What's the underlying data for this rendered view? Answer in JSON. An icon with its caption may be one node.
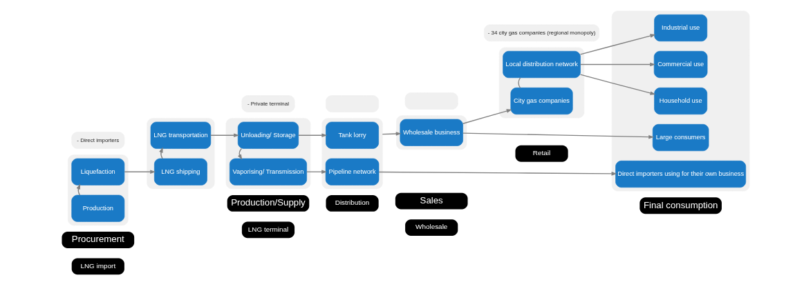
{
  "diagram": {
    "nodes": [
      {
        "text": [
          "Procurement"
        ]
      },
      {
        "text": [
          "Production/Supply"
        ]
      },
      {
        "text": [
          "Sales"
        ]
      },
      {
        "text": [
          "Final consumption"
        ]
      },
      {
        "text": [
          "LNG import"
        ]
      },
      {
        "text": [
          "LNG terminal"
        ]
      },
      {
        "text": [
          "Distribution"
        ]
      },
      {
        "text": [
          "Wholesale"
        ]
      },
      {
        "text": [
          "Retail"
        ]
      },
      {
        "text": [],
        "shape": "box"
      },
      {
        "text": [
          "Production"
        ],
        "in": 9
      },
      {
        "text": [
          "Liquefaction"
        ],
        "in": 9
      },
      {
        "text": [],
        "shape": "box"
      },
      {
        "text": [
          "LNG shipping"
        ],
        "in": 12
      },
      {
        "text": [
          "LNG transportation"
        ],
        "in": 12
      },
      {
        "text": [],
        "shape": "box"
      },
      {
        "text": [
          "Unloading/ Storage"
        ],
        "in": 15
      },
      {
        "text": [
          "Vaporising/ Transmission"
        ],
        "in": 15
      },
      {
        "text": [],
        "shape": "box"
      },
      {
        "text": [
          "Tank lorry"
        ],
        "in": 18
      },
      {
        "text": [
          "Pipeline network"
        ],
        "in": 18
      },
      {
        "text": [],
        "shape": "box"
      },
      {
        "text": [
          "Wholesale business"
        ],
        "in": 21
      },
      {
        "text": [],
        "shape": "box"
      },
      {
        "text": [
          "City gas companies"
        ],
        "in": 23
      },
      {
        "text": [
          "Local distribution network"
        ],
        "in": 23
      },
      {
        "text": [],
        "shape": "box"
      },
      {
        "text": [
          "Large consumers"
        ],
        "in": 26
      },
      {
        "text": [
          "Household use"
        ],
        "in": 26
      },
      {
        "text": [
          "Commercial use"
        ],
        "in": 26
      },
      {
        "text": [
          "Industrial use"
        ],
        "in": 26
      },
      {
        "text": [
          "Direct importers using for their own business"
        ],
        "in": 26
      },
      {
        "text": [
          "- Direct importers"
        ]
      },
      {
        "text": [
          "- Private terminal"
        ]
      },
      {
        "text": [],
        "shape": "box"
      },
      {
        "text": [],
        "shape": "box"
      },
      {
        "text": [
          "- 34 city gas companies (regional monopoly)"
        ]
      }
    ],
    "edges": [
      {
        "from": 10,
        "to": 11,
        "arrow": "to"
      },
      {
        "from": 11,
        "to": 13,
        "arrow": "to"
      },
      {
        "from": 13,
        "to": 14,
        "arrow": "to"
      },
      {
        "from": 14,
        "to": 16,
        "arrow": "to"
      },
      {
        "from": 16,
        "to": 17,
        "arrow": "to"
      },
      {
        "from": 16,
        "to": 19,
        "arrow": "to"
      },
      {
        "from": 17,
        "to": 20,
        "arrow": "to"
      },
      {
        "from": 18,
        "to": 22,
        "arrow": "to"
      },
      {
        "from": 22,
        "to": 27,
        "arrow": "to"
      },
      {
        "from": 22,
        "to": 24,
        "arrow": "to"
      },
      {
        "from": 24,
        "to": 25,
        "arrow": "none"
      },
      {
        "from": 25,
        "to": 28,
        "arrow": "to"
      },
      {
        "from": 25,
        "to": 29,
        "arrow": "to"
      },
      {
        "from": 25,
        "to": 30,
        "arrow": "to"
      },
      {
        "from": 20,
        "to": 31,
        "arrow": "to"
      }
    ]
  }
}
